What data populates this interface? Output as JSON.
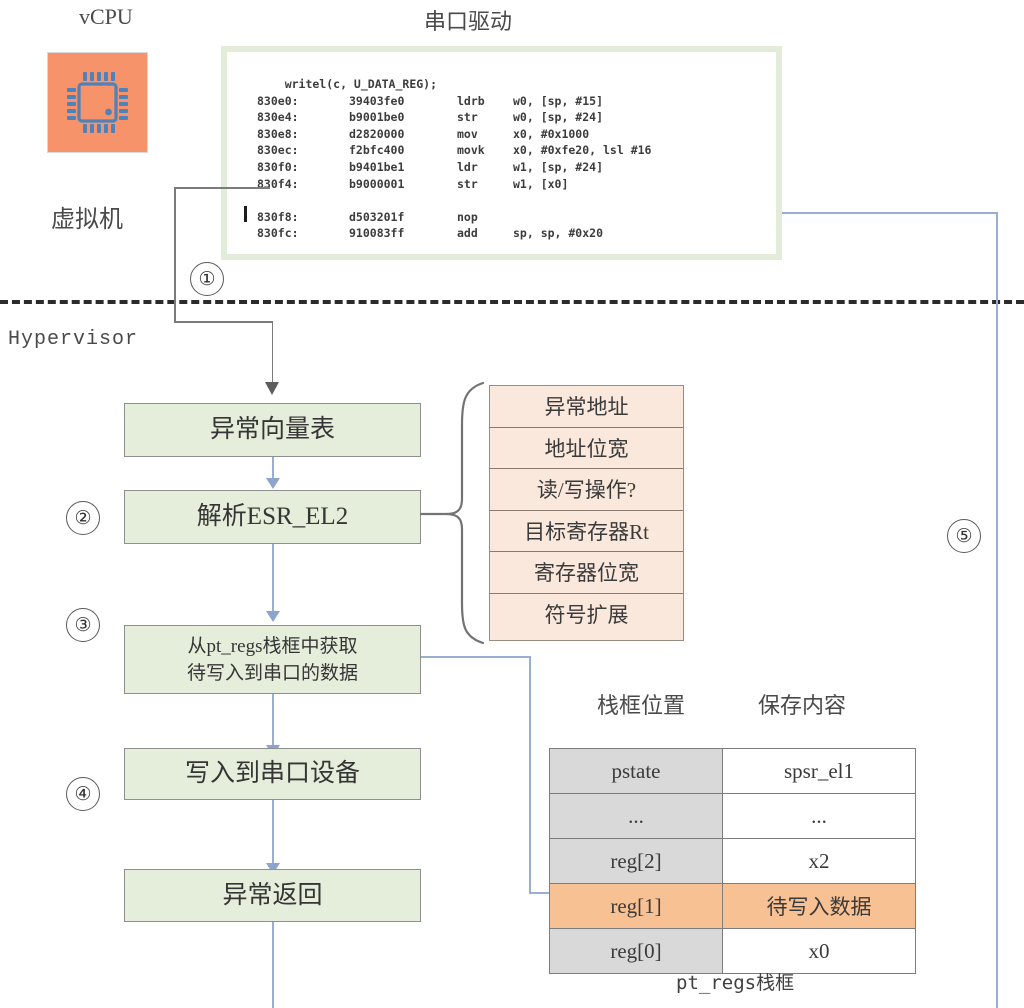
{
  "header": {
    "vcpu_label": "vCPU",
    "driver_label": "串口驱动"
  },
  "layers": {
    "guest_label": "虚拟机",
    "hypervisor_label": "Hypervisor"
  },
  "icons": {
    "cpu_chip": "cpu-chip-icon"
  },
  "code_panel": {
    "source_line": "    writel(c, U_DATA_REG);",
    "lines": [
      {
        "addr": "830e0:",
        "hex": "39403fe0",
        "mnemonic": "ldrb",
        "operands": "w0, [sp, #15]"
      },
      {
        "addr": "830e4:",
        "hex": "b9001be0",
        "mnemonic": "str",
        "operands": "w0, [sp, #24]"
      },
      {
        "addr": "830e8:",
        "hex": "d2820000",
        "mnemonic": "mov",
        "operands": "x0, #0x1000"
      },
      {
        "addr": "830ec:",
        "hex": "f2bfc400",
        "mnemonic": "movk",
        "operands": "x0, #0xfe20, lsl #16"
      },
      {
        "addr": "830f0:",
        "hex": "b9401be1",
        "mnemonic": "ldr",
        "operands": "w1, [sp, #24]"
      },
      {
        "addr": "830f4:",
        "hex": "b9000001",
        "mnemonic": "str",
        "operands": "w1, [x0]"
      },
      {
        "addr": "",
        "hex": "",
        "mnemonic": "",
        "operands": ""
      },
      {
        "addr": "830f8:",
        "hex": "d503201f",
        "mnemonic": "nop",
        "operands": ""
      },
      {
        "addr": "830fc:",
        "hex": "910083ff",
        "mnemonic": "add",
        "operands": "sp, sp, #0x20"
      }
    ]
  },
  "steps": {
    "s1": "①",
    "s2": "②",
    "s3": "③",
    "s4": "④",
    "s5": "⑤"
  },
  "flow": {
    "box1": "异常向量表",
    "box2": "解析ESR_EL2",
    "box3_line1": "从pt_regs栈框中获取",
    "box3_line2": "待写入到串口的数据",
    "box4": "写入到串口设备",
    "box5": "异常返回"
  },
  "esr_fields": [
    "异常地址",
    "地址位宽",
    "读/写操作?",
    "目标寄存器Rt",
    "寄存器位宽",
    "符号扩展"
  ],
  "pt_regs": {
    "col_header_left": "栈框位置",
    "col_header_right": "保存内容",
    "caption": "pt_regs栈框",
    "rows": [
      {
        "slot": "pstate",
        "value": "spsr_el1",
        "highlight": false
      },
      {
        "slot": "...",
        "value": "...",
        "highlight": false
      },
      {
        "slot": "reg[2]",
        "value": "x2",
        "highlight": false
      },
      {
        "slot": "reg[1]",
        "value": "待写入数据",
        "highlight": true
      },
      {
        "slot": "reg[0]",
        "value": "x0",
        "highlight": false
      }
    ]
  },
  "colors": {
    "chip_orange": "#f7936a",
    "flow_green": "#e4eeda",
    "esr_peach": "#fae8dc",
    "highlight_orange": "#f8c193",
    "table_gray": "#d9d9d9",
    "connector_blue": "#9aaed2",
    "connector_gray": "#7b7b7b"
  }
}
